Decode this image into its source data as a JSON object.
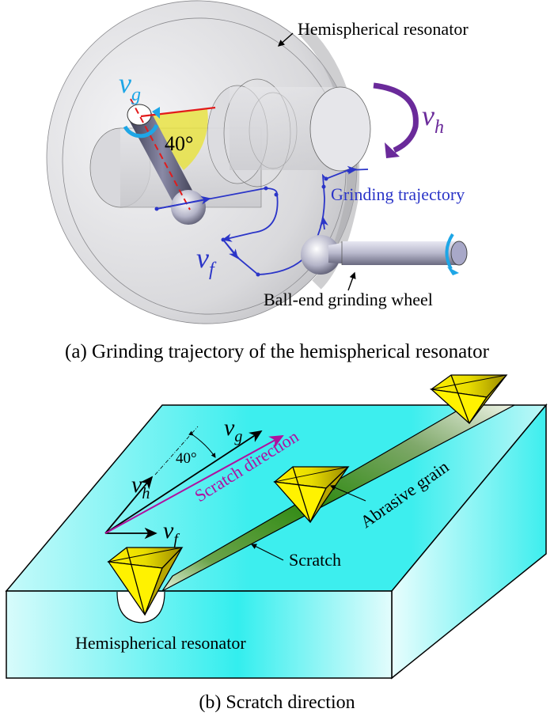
{
  "panel_a": {
    "caption": "(a) Grinding trajectory of the hemispherical resonator",
    "labels": {
      "resonator": "Hemispherical resonator",
      "angle": "40°",
      "trajectory": "Grinding trajectory",
      "wheel": "Ball-end grinding wheel"
    },
    "velocities": {
      "vg": {
        "main": "v",
        "sub": "g",
        "color": "#1ea6e6"
      },
      "vh": {
        "main": "v",
        "sub": "h",
        "color": "#6a2a9a"
      },
      "vf": {
        "main": "v",
        "sub": "f",
        "color": "#2b35c8"
      }
    },
    "colors": {
      "angle_fill": "#e8e23a",
      "angle_line": "#e21b1b",
      "trajectory": "#2b35c8",
      "shell": "#cfcfd2"
    }
  },
  "panel_b": {
    "caption": "(b) Scratch direction",
    "labels": {
      "scratch_direction": "Scratch direction",
      "abrasive_grain": "Abrasive grain",
      "scratch": "Scratch",
      "resonator": "Hemispherical resonator",
      "angle": "40°"
    },
    "velocities": {
      "vg": {
        "main": "v",
        "sub": "g"
      },
      "vh": {
        "main": "v",
        "sub": "h"
      },
      "vf": {
        "main": "v",
        "sub": "f"
      }
    },
    "colors": {
      "block": "#3deeee",
      "scratch": "#2f8a12",
      "grain": "#f4ea00",
      "scratch_direction": "#b0109f"
    }
  }
}
